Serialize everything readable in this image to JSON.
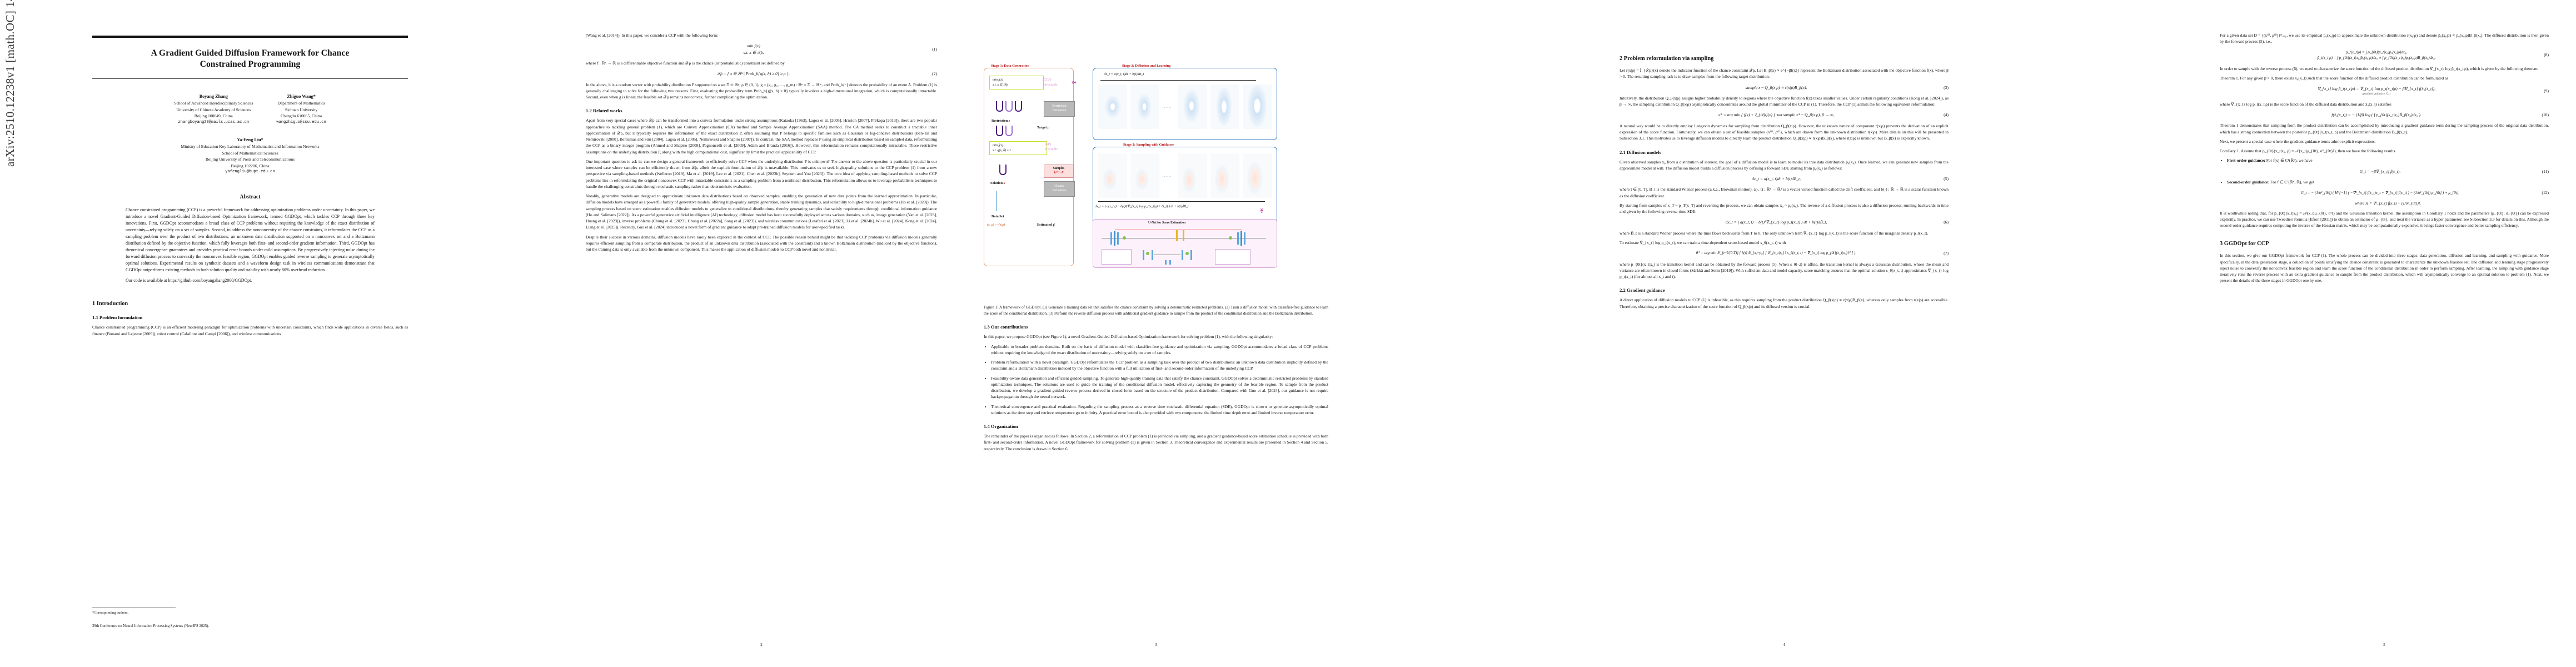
{
  "arxiv_stamp": "arXiv:2510.12238v1  [math.OC]  14 Oct 2025",
  "page1": {
    "title_line1": "A Gradient Guided Diffusion Framework for Chance",
    "title_line2": "Constrained Programming",
    "authors": [
      {
        "name": "Boyang Zhang",
        "aff1": "School of Advanced Interdisciplinary Sciences",
        "aff2": "University of Chinese Academy of Sciences",
        "aff3": "Beijing 100049, China",
        "email": "zhangboyang23@mails.ucas.ac.cn"
      },
      {
        "name": "Zhiguo Wang*",
        "aff1": "Department of Mathematics",
        "aff2": "Sichuan University",
        "aff3": "Chengdu 610065, China",
        "email": "wangzhiguo@scu.edu.cn"
      }
    ],
    "author3": {
      "name": "Ya-Feng Liu*",
      "aff1": "Ministry of Education Key Laboratory of Mathematics and Information Networks",
      "aff2": "School of Mathematical Sciences",
      "aff3": "Beijing University of Posts and Telecommunications",
      "aff4": "Beijing 102206, China",
      "email": "yafengliu@bupt.edu.cn"
    },
    "abstract_heading": "Abstract",
    "abstract_p1": "Chance constrained programming (CCP) is a powerful framework for addressing optimization problems under uncertainty. In this paper, we introduce a novel Gradient-Guided Diffusion-based Optimization framework, termed GGDOpt, which tackles CCP through three key innovations. First, GGDOpt accommodates a broad class of CCP problems without requiring the knowledge of the exact distribution of uncertainty—relying solely on a set of samples. Second, to address the nonconvexity of the chance constraints, it reformulates the CCP as a sampling problem over the product of two distributions: an unknown data distribution supported on a nonconvex set and a Boltzmann distribution defined by the objective function, which fully leverages both first- and second-order gradient information. Third, GGDOpt has theoretical convergence guarantees and provides practical error bounds under mild assumptions. By progressively injecting noise during the forward diffusion process to convexify the nonconvex feasible region, GGDOpt enables guided reverse sampling to generate asymptotically optimal solutions. Experimental results on synthetic datasets and a waveform design task in wireless communications demonstrate that GGDOpt outperforms existing methods in both solution quality and stability with nearly 80% overhead reduction.",
    "abstract_p2": "Our code is available at https://github.com/boyangzhang2000/GGDOpt.",
    "sec1_heading": "1   Introduction",
    "sec11_heading": "1.1   Problem formulation",
    "sec11_body": "Chance constrained programming (CCP) is an efficient modeling paradigm for optimization problems with uncertain constraints, which finds wide applications in diverse fields, such as finance (Bonami and Lejeune [2009]), robot control (Calafiore and Campi [2006]), and wireless communications",
    "footnote": "*Corresponding authors.",
    "conference": "39th Conference on Neural Information Processing Systems (NeurIPS 2025).",
    "page_number": ""
  },
  "page2": {
    "p1": "(Wang et al. [2014]). In this paper, we consider a CCP with the following form:",
    "eq1_min": "min   f(x)",
    "eq1_sub": "x",
    "eq1_st": "s.t.   x ∈ 𝒳ρ,",
    "eq1_tag": "(1)",
    "p2": "where f : ℝⁿ → ℝ is a differentiable objective function and 𝒳ρ is the chance (or probabilistic) constraint set defined by",
    "eq2": "𝒳ρ = { x ∈ ℝⁿ | Prob_h{g(x, h) ≥ 0} ≥ ρ } .",
    "eq2_tag": "(2)",
    "p3": "In the above, h is a random vector with probability distribution P supported on a set Ξ ⊂ ℝᵖ, ρ ∈ (0, 1), g = (g₁, g₂, …, g_m) : ℝⁿ × Ξ → ℝᵐ, and Prob_h{·} denotes the probability of an event A. Problem (1) is generally challenging to solve for the following two reasons. First, evaluating the probability term Prob_h{g(x, h) ≥ 0} typically involves a high-dimensional integration, which is computationally intractable. Second, even when g is linear, the feasible set 𝒳ρ remains nonconvex, further complicating the optimization.",
    "sec12_heading": "1.2   Related works",
    "sec12_body": "Apart from very special cases where 𝒳ρ can be transformed into a convex formulation under strong assumptions (Kataoka [1963], Lagoa et al. [2005], Hrnrion [2007], Prékopa [2013]), there are two popular approaches to tackling general problem (1), which are Convex Approximation (CA) method and Sample Average Approximation (SAA) method. The CA method seeks to construct a tractable inner approximation of 𝒳ρ, but it typically requires the information of the exact distribution P, often assuming that P belongs to specific families such as Gaussian or log-concave distributions (Ben-Tal and Nemirovski [2000], Bertsimas and Sim [2004], Lagoa et al. [2005], Nemirovski and Shapiro [2007]). In contrast, the SAA method replaces P using an empirical distribution based on sampled data, reformulating the CCP as a binary integer program (Ahmed and Shapiro [2008], Pagnoncelli et al. [2009], Adam and Branda [2016]). However, this reformulation remains computationally intractable. These restrictive assumptions on the underlying distribution P, along with the high computational cost, significantly limit the practical applicability of CCP.",
    "p4": "One important question to ask is: can we design a general framework to efficiently solve CCP when the underlying distribution P is unknown? The answer to the above question is particularly crucial in our interested case where samples can be efficiently drawn from 𝒳ρ, albeit the explicit formulation of 𝒳ρ is unavailable. This motivates us to seek high-quality solutions to the CCP problem (1) from a new perspective via sampling-based methods (Welleron [2019], Ma et al. [2019], Lee et al. [2021], Chen et al. [2023b], Seyoum and You [2023]). The core idea of applying sampling-based methods to solve CCP problems lies in reformulating the original nonconvex CCP with intractable constraints as a sampling problem from a nonlinear distribution. This reformulation allows us to leverage probabilistic techniques to handle the challenging constraints through stochastic sampling rather than deterministic evaluation.",
    "p5": "Notably, generative models are designed to approximate unknown data distributions based on observed samples, enabling the generation of new data points from the learned approximation. In particular, diffusion models have emerged as a powerful family of generative models, offering high-quality sample generation, stable training dynamics, and scalability to high-dimensional problems (Ho et al. [2020]). The sampling process based on score estimation enables diffusion models to generalize to conditional distributions, thereby generating samples that satisfy requirements through conditional information guidance (Ho and Salimans [2022]). As a powerful generative artificial intelligence (AI) technology, diffusion model has been successfully deployed across various domains, such as, image generation (Yan et al. [2023], Huang et al. [2023]), inverse problems (Chung et al. [2023], Chung et al. [2022a], Song et al. [2023]), and wireless communications (Letafati et al. [2023], Li et al. [2024b], Wu et al. [2024], Kong et al. [2024], Liang et al. [2025]). Recently, Guo et al. [2024] introduced a novel form of gradient guidance to adapt pre-trained diffusion models for user-specified tasks.",
    "p6": "Despite their success in various domains, diffusion models have rarely been explored in the context of CCP. The possible reason behind might be that tackling CCP problems via diffusion models generally requires efficient sampling from a comparate distribution, the product of an unknown data distribution (associated with the constraint) and a known Boltzmann distribution (induced by the objective function), but the training data is only available from the unknown component. This makes the application of diffusion models to CCP both novel and nontrivial.",
    "page_number": "2"
  },
  "page3": {
    "figure": {
      "stage1_label": "Stage 1: Data Generation",
      "stage2_label": "Stage 2: Diffusion and Learning",
      "stage3_label": "Stage 3: Sampling with Guidance",
      "box1_l1": "min   f(x)",
      "box1_sub": "x",
      "box1_l2": "s.t.   x ∈ 𝒳ρ",
      "box2_l1": "min   f(x)",
      "box2_sub": "x",
      "box2_l2": "s.t.   g(x, h̄) ≥ z",
      "ccp_tag1": "(CCP)",
      "ccp_tag2": "Intractable",
      "rp_tag1": "(RP)",
      "rp_tag2": "Tractable",
      "restriction_est": "Restriction\nEstimation",
      "chance_est": "Chance\nEstimation",
      "restriction_label": "Restriction z",
      "target_label": "Target ρ",
      "solution_label": "Solution x",
      "dataset_label": "Data Set",
      "dataset_eq": "(x, ρ) ~ r(x|ρ)",
      "estimated_label": "Estimated ρ̂",
      "samples_label": "Samples",
      "samples_eq": "h⁽ˡ⁾ ~ P",
      "eq_forward": "dx_t = a(x_t, t)dt + b(t)dB_t",
      "eq_reverse": "dx_t = ( a(x_t,t) − b(t)²(∇_{x_t} log p_t(x_t|ρ) + G_t) ) dt + b(t)dB̄_t",
      "unet_title": "U-Net for Score Estimation",
      "dots": "......"
    },
    "caption": "Figure 1: A framework of GGDOpt. (1) Generate a training data set that satisfies the chance constraint by solving a deterministic restricted problems. (2) Train a diffusion model with classifier-free guidance to learn the score of the conditional distribution. (3) Perform the reverse diffusion process with additional gradient guidance to sample from the product of the conditional distribution and the Boltzmann distribution.",
    "sec13_heading": "1.3   Our contributions",
    "sec13_body": "In this paper, we propose GGDOpt (see Figure 1), a novel Gradient-Guided Diffusion-based Optimization framework for solving problem (1), with the following singularity:",
    "bullets": [
      "Applicable to broader problem domains. Built on the basis of diffusion model with classifier-free guidance and optimization via sampling, GGDOpt accommodates a broad class of CCP problems without requiring the knowledge of the exact distribution of uncertainty—relying solely on a set of samples.",
      "Problem reformulation with a novel paradigm. GGDOpt reformulates the CCP problem as a sampling task over the product of two distributions: an unknown data distribution implicitly defined by the constraint and a Boltzmann distribution induced by the objective function with a full utilization of first- and second-order information of the underlying CCP.",
      "Feasibility-aware data generation and efficient guided sampling. To generate high-quality training data that satisfy the chance constraint, GGDOpt solves a deterministic restricted problems by standard optimization techniques. The solutions are used to guide the training of the conditional diffusion model, effectively capturing the geometry of the feasible region. To sample from the product distribution, we develop a gradient-guided reverse process derived in closed form based on the structure of the product distribution. Compared with Guo et al. [2024], our guidance is not require backpropagation through the neural network.",
      "Theoretical convergence and practical evaluation. Regarding the sampling process as a reverse time stochastic differential equation (SDE), GGDOpt is shown to generate asymptotically optimal solutions as the time step and retrieve temperature go to infinity. A practical error bound is also provided with two components: the limited time depth error and limited inverse temperature error."
    ],
    "sec14_heading": "1.4   Organization",
    "sec14_body": "The remainder of the paper is organized as follows. In Section 2, a reformulation of CCP problem (1) is provided via sampling, and a gradient guidance-based score estimation schedule is provided with both first- and second-order information. A novel GGDOpt framework for solving problem (1) is given in Section 3. Theoretical convergence and experimental results are presented in Section 4 and Section 5, respectively. The conclusion is drawn in Section 6.",
    "page_number": "3"
  },
  "page4": {
    "sec2_heading": "2   Problem reformulation via sampling",
    "p1": "Let r(x|ρ) = 𝕀_{𝒳ρ}(x) denote the indicator function of the chance constraint 𝒳ρ. Let B_β(x) ∝ e^{−βf(x)} represent the Boltzmann distribution associated with the objective function f(x), where β > 0. The resulting sampling task is to draw samples from the following target distribution:",
    "eq3": "sample x ~ Q_β(x|ρ) ∝ r(x|ρ)B_β(x).",
    "eq3_tag": "(3)",
    "p2": "Intuitively, the distribution Q_β(x|ρ) assigns higher probability density to regions where the objective function f(x) takes smaller values. Under certain regularity conditions (Kong et al. [2024]), as β → ∞, the sampling distribution Q_β(x|ρ) asymptotically concentrates around the global minimizer of the CCP in (1). Therefore, the CCP (1) admits the following equivalent reformulation:",
    "eq4": "x* = arg min { f(x) + 𝕀_{𝒳ρ}(x) }  ⟺  sample x* ~ Q_β(x|ρ), β → ∞,",
    "eq4_tag": "(4)",
    "p3": "A natural way would be to directly employ Langevin dynamics for sampling from distribution Q_β(x|ρ). However, the unknown nature of component r(x|ρ) prevents the derivation of an explicit expression of the score function. Fortunately, we can obtain a set of feasible samples {x⁽ⁱ⁾, ρ⁽ⁱ⁾}, which are drawn from the unknown distribution r(x|ρ). More details on this will be presented in Subsection 3.1. This motivates us to leverage diffusion models to directly learn the product distribution Q_β(x|ρ) ∝ r(x|ρ)B_β(x), where r(x|ρ) is unknown but B_β(x) is explicitly known.",
    "sec21_heading": "2.1   Diffusion models",
    "p4": "Given observed samples x₀ from a distribution of interest, the goal of a diffusion model is to learn to model its true data distribution p₀(x₀). Once learned, we can generate new samples from the approximate model at will. The diffusion model builds a diffusion process by defining a forward SDE starting from p₀(x₀) as follows:",
    "eq5": "dx_t = a(x_t, t)dt + b(t)dB_t,",
    "eq5_tag": "(5)",
    "p5": "where t ∈ [0, T], B_t is the standard Wiener process (a.k.a., Brownian motion), a(·, t) : ℝᵈ → ℝᵈ is a vector valued function called the drift coefficient, and b(·) : ℝ → ℝ is a scalar function known as the diffusion coefficient.",
    "p6": "By starting from samples of x_T ~ p_T(x_T) and reversing the process, we can obtain samples x₀ ~ p₀(x₀). The reverse of a diffusion process is also a diffusion process, running backwards in time and given by the following reverse-time SDE:",
    "eq6": "dx_t = ( a(x_t, t) − b(t)²∇_{x_t} log p_t(x_t) ) dt + b(t)dB̄_t,",
    "eq6_tag": "(6)",
    "p7": "where B̄_t is a standard Wiener process where the time flows backwards from T to 0. The only unknown term ∇_{x_t} log p_t(x_t) is the score function of the marginal density p_t(x_t).",
    "p8": "To estimate ∇_{x_t} log p_t(x_t), we can train a time-dependent score-based model s_θ(x_t, t) with",
    "eq7": "θ* = arg min 𝔼_{t~U(0,T)} { λ(t) 𝔼_{x₀~p₀} [ 𝔼_{x_t|x₀} ‖ s_θ(x_t, t) − ∇_{x_t} log p_{0t}(x_t|x₀) ‖² ] },",
    "eq7_tag": "(7)",
    "p9": "where p_{0t}(x_t|x₀) is the transition kernel and can be obtained by the forward process (5). When s_θ(·,t) is affine, the transition kernel is always a Gaussian distribution, whose the mean and variance are often known in closed forms (Särkkä and Solin [2019]). With sufficient data and model capacity, score matching ensures that the optimal solution s_θ(x_t, t) approximates ∇_{x_t} log p_t(x_t) (for almost all x_t and t).",
    "sec22_heading": "2.2   Gradient guidance",
    "p10": "A direct application of diffusion models to CCP (1) is infeasible, as this requires sampling from the product distribution Q_β(x|ρ) ∝ r(x|ρ)B_β(x), whereas only samples from r(x|ρ) are accessible. Therefore, obtaining a precise characterization of the score function of Q_β(x|ρ) and its diffused version is crucial.",
    "page_number": "4"
  },
  "page5": {
    "p1": "For a given data set D = {(x⁽ⁱ⁾, ρ⁽ⁱ⁾)}ᴺᵢ₌₁, we use its empirical p₀(x₀|ρ) to approximate the unknown distribution r(x₀|ρ) and denote p̃₀(x₀|ρ) ∝ p₀(x₀|ρ)B_β(x₀). The diffused distribution is then given by the forward process (5), i.e.,",
    "eq8a": "p_t(x_t|ρ) = ∫ p_{0t}(x_t|x₀)p₀(x₀|ρ)dx₀,",
    "eq8b": "p̃_t(x_t|ρ) = ∫ p_{0t}(x_t|x₀)p̃₀(x₀|ρ)dx₀ ∝ ∫ p_{0t}(x_t|x₀)p₀(x₀|ρ)B_β(x₀)dx₀.",
    "eq8_tag": "(8)",
    "p2": "In order to sample with the reverse process (6), we need to characterize the score function of the diffused product distribution ∇_{x_t} log p̃_t(x_t|ρ), which is given by the following theorem.",
    "thm1": "Theorem 1. For any given β > 0, there exists x̂₀(x_t) such that the score function of the diffused product distribution can be formulated as",
    "eq9": "∇_{x_t} log p̃_t(x_t|ρ) = ∇_{x_t} log p_t(x_t|ρ) − β∇_{x_t} f(x̂₀(x_t)),",
    "eq9_tag": "(9)",
    "eq9_under": "gradient guidance G_t",
    "p3": "where ∇_{x_t} log p_t(x_t|ρ) is the score function of the diffused data distribution and x̂₀(x_t) satisfies",
    "eq10": "f(x̂₀(x_t)) = − (1/β) log ( ∫ p_{0t}(x_t|x₀)B_β(x₀)dx₀ ).",
    "eq10_tag": "(10)",
    "p4": "Theorem 1 demonstrates that sampling from the product distribution can be accomplished by introducing a gradient guidance term during the sampling process of the original data distribution, which has a strong connection between the posterior p_{0t}(x_t|x_t, ρ) and the Boltzmann distribution B_β(x_t).",
    "p5": "Next, we present a special case where the gradient guidance terms admit explicit expressions.",
    "cor1": "Corollary 1. Assume that p_{0t}(x_t|x₀, ρ) = 𝒩(x_t|μ_{0t}, σ²_{0t}I), then we have the following results.",
    "bul1_head": "First-order guidance:",
    "bul1_body": "For f(x) ∈ C¹(ℝⁿ), we have",
    "eq11": "G_t = −β∇_{x_t} f(x_t).",
    "eq11_tag": "(11)",
    "bul2_head": "Second-order guidance:",
    "bul2_body": "For f ∈ C²(ℝⁿ, ℝ), we get",
    "eq12": "G_t = − (1/σ²_{0t}) ( H^{−1} ( −∇²_{x_t} f(x_t)x_t + ∇_{x_t} f(x_t) ) − (1/σ²_{0t}) μ_{0t} ) + μ_{0t},",
    "eq12_tag": "(12)",
    "eq12_where": "where H = ∇²_{x_t} f(x_t) + (1/σ²_{0t})I.",
    "p6": "It is worthwhile noting that, for p_{0t}(x_t|x₀) = 𝒩(x_t|μ_{0t}, σ²I) and the Gaussian transition kernel, the assumption in Corollary 1 holds and the parameters (μ_{0t}, σ_{0t}) can be expressed explicitly. In practice, we can use Tweedie's formula (Efron [2011]) to obtain an estimator of μ_{0t}, and treat the variance as a hyper parameter; see Subsection 3.3 for details on this. Although the second-order guidance requires computing the inverse of the Hessian matrix, which may be computationally expensive, it brings faster convergence and better sampling efficiency.",
    "sec3_heading": "3   GGDOpt for CCP",
    "p7": "In this section, we give our GGDOpt framework for CCP (1). The whole process can be divided into three stages: data generation, diffusion and learning, and sampling with guidance. More specifically, in the data generation stage, a collection of points satisfying the chance constraint is generated to characterize the unknown feasible set. The diffusion and learning stage progressively inject noise to convexify the nonconvex feasible region and learn the score function of the conditional distribution in order to perform sampling. After learning, the sampling with guidance stage iteratively runs the reverse process with an extra gradient guidance to sample from the product distribution, which will asymptotically converge to an optimal solution to problem (1). Next, we present the details of the three stages in GGDOpt one by one.",
    "page_number": "5"
  }
}
